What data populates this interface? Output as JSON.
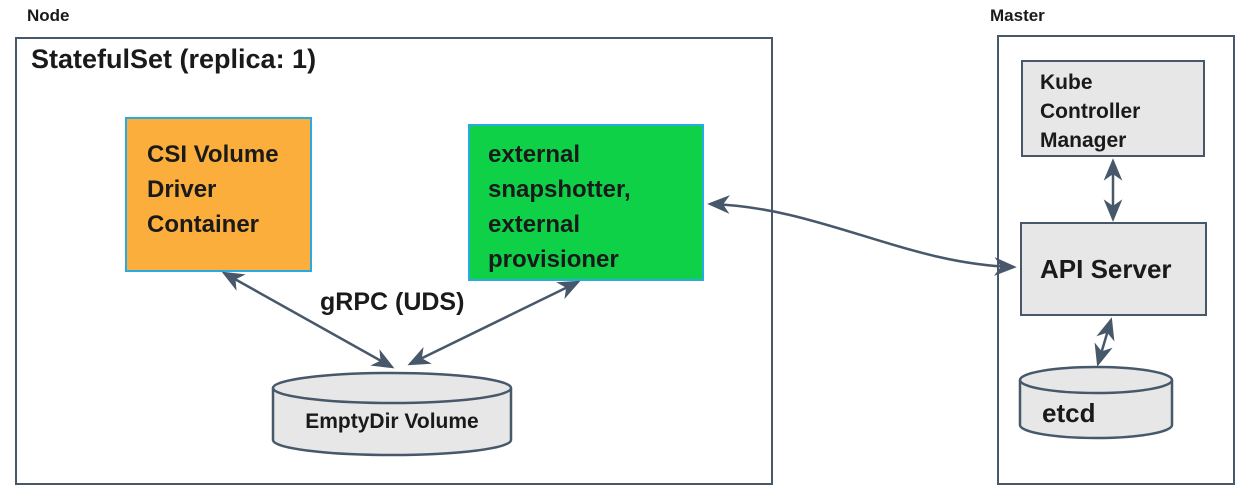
{
  "colors": {
    "orange": "#FBAE3C",
    "green": "#0FD148",
    "cyan": "#29ABE2",
    "gray": "#E7E7E8",
    "line": "#47586B",
    "text": "#1a1a1a"
  },
  "node": {
    "label": "Node",
    "statefulset": "StatefulSet (replica: 1)",
    "csi_driver": "CSI Volume\nDriver\nContainer",
    "sidecars": "external\nsnapshotter,\nexternal\nprovisioner",
    "grpc": "gRPC (UDS)",
    "emptydir": "EmptyDir Volume"
  },
  "master": {
    "label": "Master",
    "kcm": "Kube\nController\nManager",
    "api_server": "API Server",
    "etcd": "etcd"
  }
}
